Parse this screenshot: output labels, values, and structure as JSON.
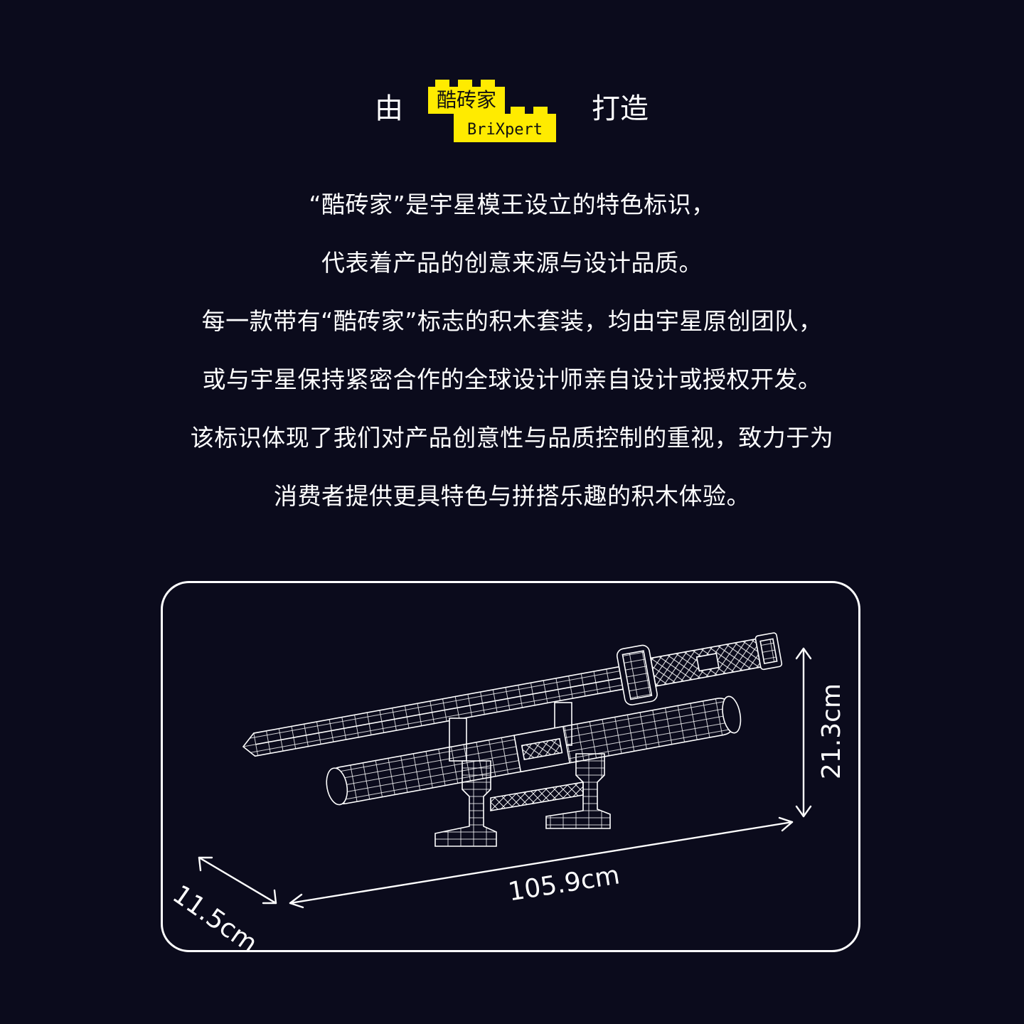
{
  "header": {
    "prefix": "由",
    "suffix": "打造",
    "logo_text_cn": "酷砖家",
    "logo_text_en": "BriXpert",
    "logo_color": "#ffeb00"
  },
  "description_lines": [
    "“酷砖家”是宇星模王设立的特色标识，",
    "代表着产品的创意来源与设计品质。",
    "每一款带有“酷砖家”标志的积木套装，均由宇星原创团队，",
    "或与宇星保持紧密合作的全球设计师亲自设计或授权开发。",
    "该标识体现了我们对产品创意性与品质控制的重视，致力于为",
    "消费者提供更具特色与拼搭乐趣的积木体验。"
  ],
  "dimensions": {
    "length": "105.9cm",
    "width": "11.5cm",
    "height": "21.3cm"
  },
  "colors": {
    "background": "#0b0b1c",
    "text": "#ffffff"
  },
  "illustration": "sword-with-scabbard-on-stand line drawing"
}
